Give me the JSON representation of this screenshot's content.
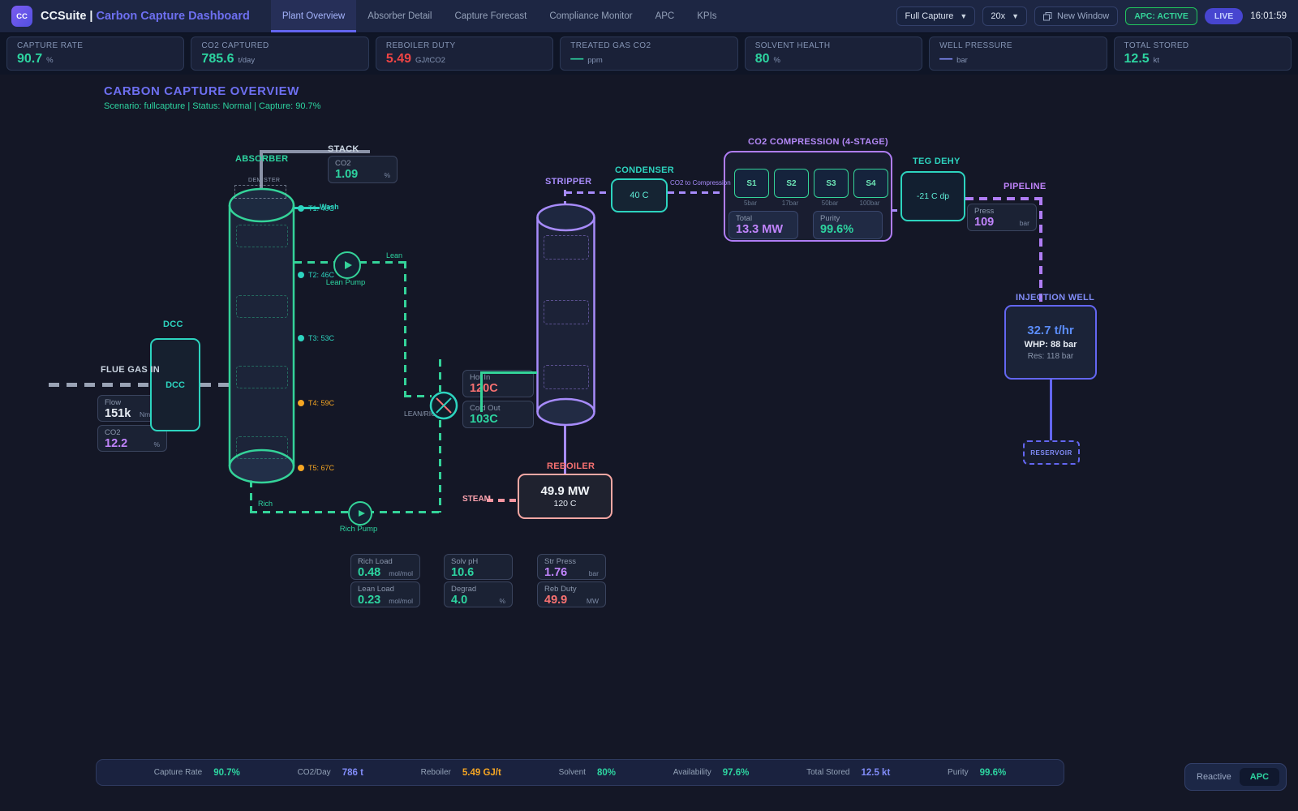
{
  "colors": {
    "green": "#2dd4a0",
    "teal": "#2dd4bf",
    "purple": "#a78bfa",
    "magenta": "#c084fc",
    "indigo": "#6366f1",
    "blue": "#5b8cf8",
    "salmon": "#f87171",
    "orange": "#f5a623",
    "red": "#ef4444",
    "gray": "#94a3b8"
  },
  "nav": {
    "logo": "CC",
    "brand": "CCSuite |",
    "brand_accent": "Carbon Capture Dashboard",
    "tabs": [
      {
        "label": "Plant Overview"
      },
      {
        "label": "Absorber Detail"
      },
      {
        "label": "Capture Forecast"
      },
      {
        "label": "Compliance Monitor"
      },
      {
        "label": "APC"
      },
      {
        "label": "KPIs"
      }
    ],
    "active_tab": "Plant Overview",
    "scenario_select": "Full Capture",
    "speed_select": "20x",
    "new_window_label": "New Window",
    "apc_badge": "APC: ACTIVE",
    "live_badge": "LIVE",
    "clock": "16:01:59"
  },
  "kpis": [
    {
      "label": "CAPTURE RATE",
      "value": "90.7",
      "unit": "%"
    },
    {
      "label": "CO2 CAPTURED",
      "value": "785.6",
      "unit": "t/day"
    },
    {
      "label": "REBOILER DUTY",
      "value": "5.49",
      "unit": "GJ/tCO2"
    },
    {
      "label": "TREATED GAS CO2",
      "value": "—",
      "unit": "ppm"
    },
    {
      "label": "SOLVENT HEALTH",
      "value": "80",
      "unit": "%"
    },
    {
      "label": "WELL PRESSURE",
      "value": "—",
      "unit": "bar"
    },
    {
      "label": "TOTAL STORED",
      "value": "12.5",
      "unit": "kt"
    }
  ],
  "overview": {
    "title": "CARBON CAPTURE OVERVIEW",
    "subtitle": "Scenario: fullcapture | Status: Normal | Capture: 90.7%"
  },
  "diagram": {
    "stack": {
      "label": "STACK",
      "co2_label": "CO2",
      "co2_value": "1.09",
      "co2_unit": "%"
    },
    "absorber": {
      "label": "ABSORBER",
      "demister": "DEMISTER",
      "wash": "Wash",
      "sensors": [
        {
          "text": "T1: 40C"
        },
        {
          "text": "T2: 46C"
        },
        {
          "text": "T3: 53C"
        },
        {
          "text": "T4: 59C"
        },
        {
          "text": "T5: 67C"
        }
      ]
    },
    "dcc": {
      "label": "DCC",
      "box": "DCC"
    },
    "flue": {
      "label": "FLUE GAS IN",
      "flow": {
        "label": "Flow",
        "value": "151k",
        "unit": "Nm3/h"
      },
      "co2": {
        "label": "CO2",
        "value": "12.2",
        "unit": "%"
      }
    },
    "lean_line": "Lean",
    "rich_line": "Rich",
    "lean_pump": "Lean Pump",
    "rich_pump": "Rich Pump",
    "hx": {
      "label": "LEAN/RICH HX",
      "hot_in": {
        "label": "Hot In",
        "value": "120C"
      },
      "cold_out": {
        "label": "Cold Out",
        "value": "103C"
      }
    },
    "stripper": {
      "label": "STRIPPER"
    },
    "condenser": {
      "label": "CONDENSER",
      "value": "40 C"
    },
    "co2_to_compression": "CO2 to Compression",
    "compression": {
      "label": "CO2 COMPRESSION (4-STAGE)",
      "stages": [
        {
          "name": "S1",
          "pressure": "5bar"
        },
        {
          "name": "S2",
          "pressure": "17bar"
        },
        {
          "name": "S3",
          "pressure": "50bar"
        },
        {
          "name": "S4",
          "pressure": "100bar"
        }
      ],
      "total": {
        "label": "Total",
        "value": "13.3 MW"
      },
      "purity": {
        "label": "Purity",
        "value": "99.6%"
      }
    },
    "teg": {
      "label": "TEG DEHY",
      "value": "-21 C dp"
    },
    "pipeline": {
      "label": "PIPELINE",
      "press": {
        "label": "Press",
        "value": "109",
        "unit": "bar"
      }
    },
    "well": {
      "label": "INJECTION WELL",
      "rate": "32.7 t/hr",
      "whp": "WHP: 88 bar",
      "res": "Res: 118 bar"
    },
    "reservoir": "RESERVOIR",
    "steam": "STEAM",
    "reboiler": {
      "label": "REBOILER",
      "duty": "49.9 MW",
      "temp": "120 C"
    },
    "metrics": [
      {
        "label": "Rich Load",
        "value": "0.48",
        "unit": "mol/mol"
      },
      {
        "label": "Lean Load",
        "value": "0.23",
        "unit": "mol/mol"
      },
      {
        "label": "Solv pH",
        "value": "10.6",
        "unit": ""
      },
      {
        "label": "Degrad",
        "value": "4.0",
        "unit": "%"
      },
      {
        "label": "Str Press",
        "value": "1.76",
        "unit": "bar"
      },
      {
        "label": "Reb Duty",
        "value": "49.9",
        "unit": "MW"
      }
    ]
  },
  "statusbar": [
    {
      "label": "Capture Rate",
      "value": "90.7%"
    },
    {
      "label": "CO2/Day",
      "value": "786 t"
    },
    {
      "label": "Reboiler",
      "value": "5.49 GJ/t"
    },
    {
      "label": "Solvent",
      "value": "80%"
    },
    {
      "label": "Availability",
      "value": "97.6%"
    },
    {
      "label": "Total Stored",
      "value": "12.5 kt"
    },
    {
      "label": "Purity",
      "value": "99.6%"
    }
  ],
  "mode_toggle": {
    "reactive": "Reactive",
    "apc": "APC"
  }
}
